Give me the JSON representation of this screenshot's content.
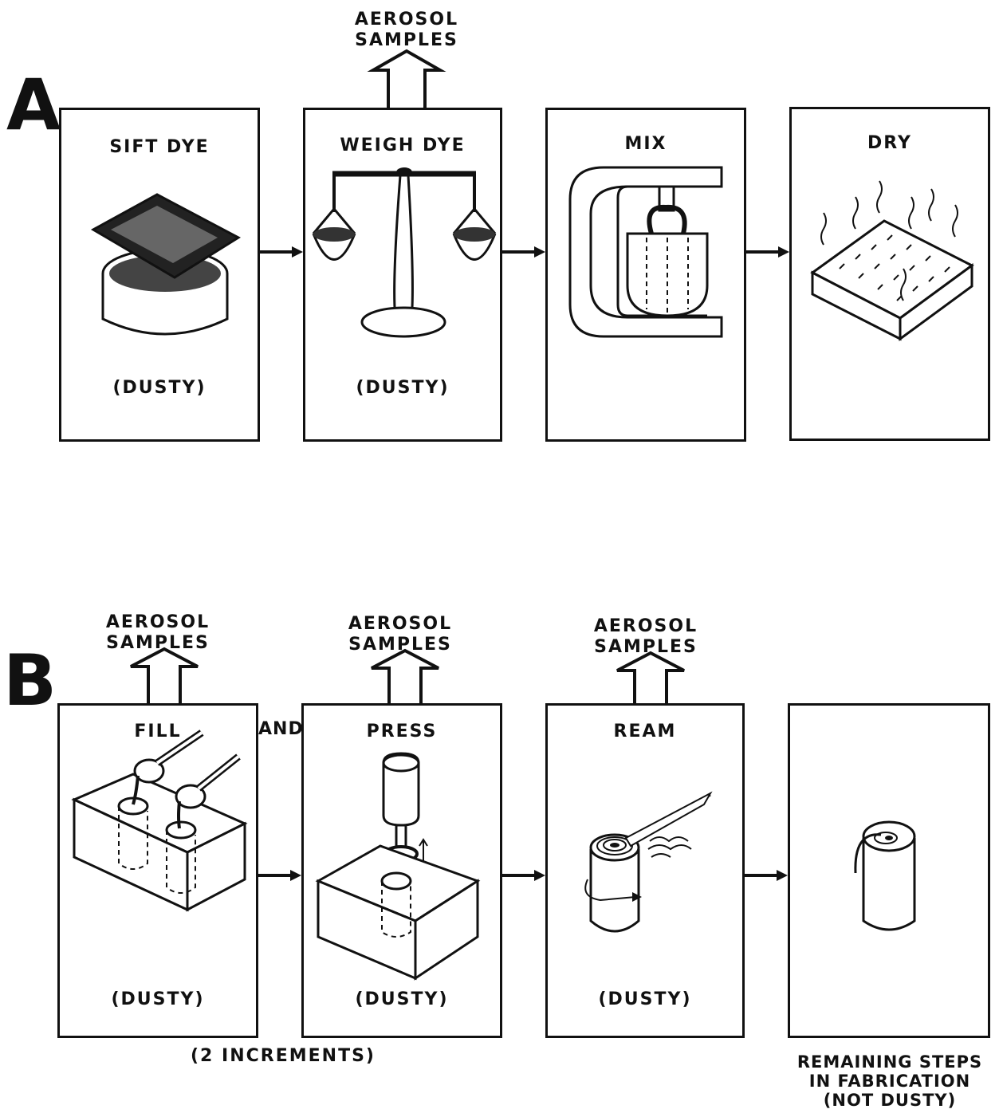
{
  "panel_a": {
    "label": "A",
    "outputs": [
      {
        "line1": "AEROSOL",
        "line2": "SAMPLES"
      }
    ],
    "steps": [
      {
        "title": "SIFT DYE",
        "note": "(DUSTY)",
        "icon": "sieve-over-bowl-icon"
      },
      {
        "title": "WEIGH DYE",
        "note": "(DUSTY)",
        "icon": "balance-scale-icon"
      },
      {
        "title": "MIX",
        "note": "",
        "icon": "mixer-icon"
      },
      {
        "title": "DRY",
        "note": "",
        "icon": "drying-tray-icon"
      }
    ]
  },
  "panel_b": {
    "label": "B",
    "outputs": [
      {
        "line1": "AEROSOL",
        "line2": "SAMPLES"
      },
      {
        "line1": "AEROSOL",
        "line2": "SAMPLES"
      },
      {
        "line1": "AEROSOL",
        "line2": "SAMPLES"
      }
    ],
    "connector": "AND",
    "steps": [
      {
        "title": "FILL",
        "note": "(DUSTY)",
        "icon": "fill-mold-icon"
      },
      {
        "title": "PRESS",
        "note": "(DUSTY)",
        "icon": "press-icon"
      },
      {
        "title": "REAM",
        "note": "(DUSTY)",
        "icon": "ream-icon"
      },
      {
        "title": "",
        "note": "",
        "icon": "pellet-with-fuse-icon"
      }
    ],
    "increments_note": "(2 INCREMENTS)",
    "remaining": {
      "line1": "REMAINING STEPS",
      "line2": "IN FABRICATION",
      "line3": "(NOT DUSTY)"
    }
  }
}
